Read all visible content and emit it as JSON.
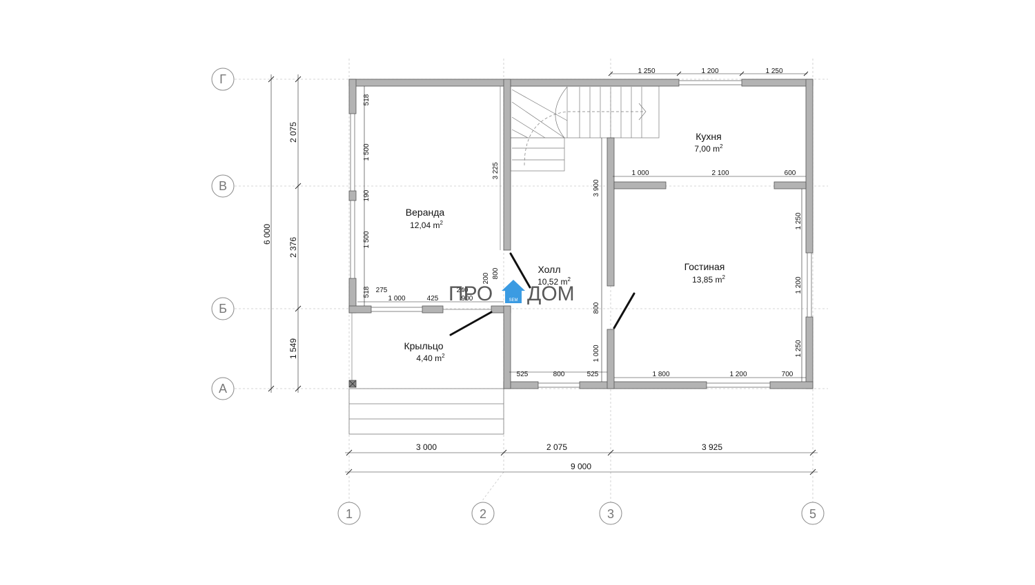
{
  "logo": {
    "left": "ПРО",
    "right": "ДОМ",
    "sub": "SEM"
  },
  "colors": {
    "wall": "#b3b3b3",
    "logo_blue": "#2b93e0",
    "grid": "#c8c8c8"
  },
  "axes": {
    "rows": [
      "Г",
      "В",
      "Б",
      "А"
    ],
    "cols": [
      "1",
      "2",
      "3",
      "5"
    ]
  },
  "rooms": {
    "veranda": {
      "name": "Веранда",
      "area": "12,04 m",
      "sup": "2"
    },
    "kitchen": {
      "name": "Кухня",
      "area": "7,00 m",
      "sup": "2"
    },
    "hall": {
      "name": "Холл",
      "area": "10,52 m",
      "sup": "2"
    },
    "living": {
      "name": "Гостиная",
      "area": "13,85 m",
      "sup": "2"
    },
    "porch": {
      "name": "Крыльцо",
      "area": "4,40 m",
      "sup": "2"
    }
  },
  "dims": {
    "left_total": "6 000",
    "left_segments": [
      "2 075",
      "2 376",
      "1 549"
    ],
    "bottom_segments": [
      "3 000",
      "2 075",
      "3 925"
    ],
    "bottom_total": "9 000",
    "kitchen_top": [
      "1 250",
      "1 200",
      "1 250"
    ],
    "kitchen_inner": [
      "1 000",
      "2 100",
      "600"
    ],
    "veranda_left": [
      "518",
      "1 500",
      "190",
      "1 500",
      "518"
    ],
    "veranda_bottom": [
      "275",
      "1 000",
      "425",
      "900"
    ],
    "veranda_small": [
      "240",
      "200",
      "800"
    ],
    "stair": "3 225",
    "hall_right": [
      "3 900",
      "800",
      "1 000"
    ],
    "hall_bottom": [
      "525",
      "800",
      "525"
    ],
    "living_right": [
      "1 250",
      "1 200",
      "1 250"
    ],
    "living_bottom": [
      "1 800",
      "1 200",
      "700"
    ]
  }
}
